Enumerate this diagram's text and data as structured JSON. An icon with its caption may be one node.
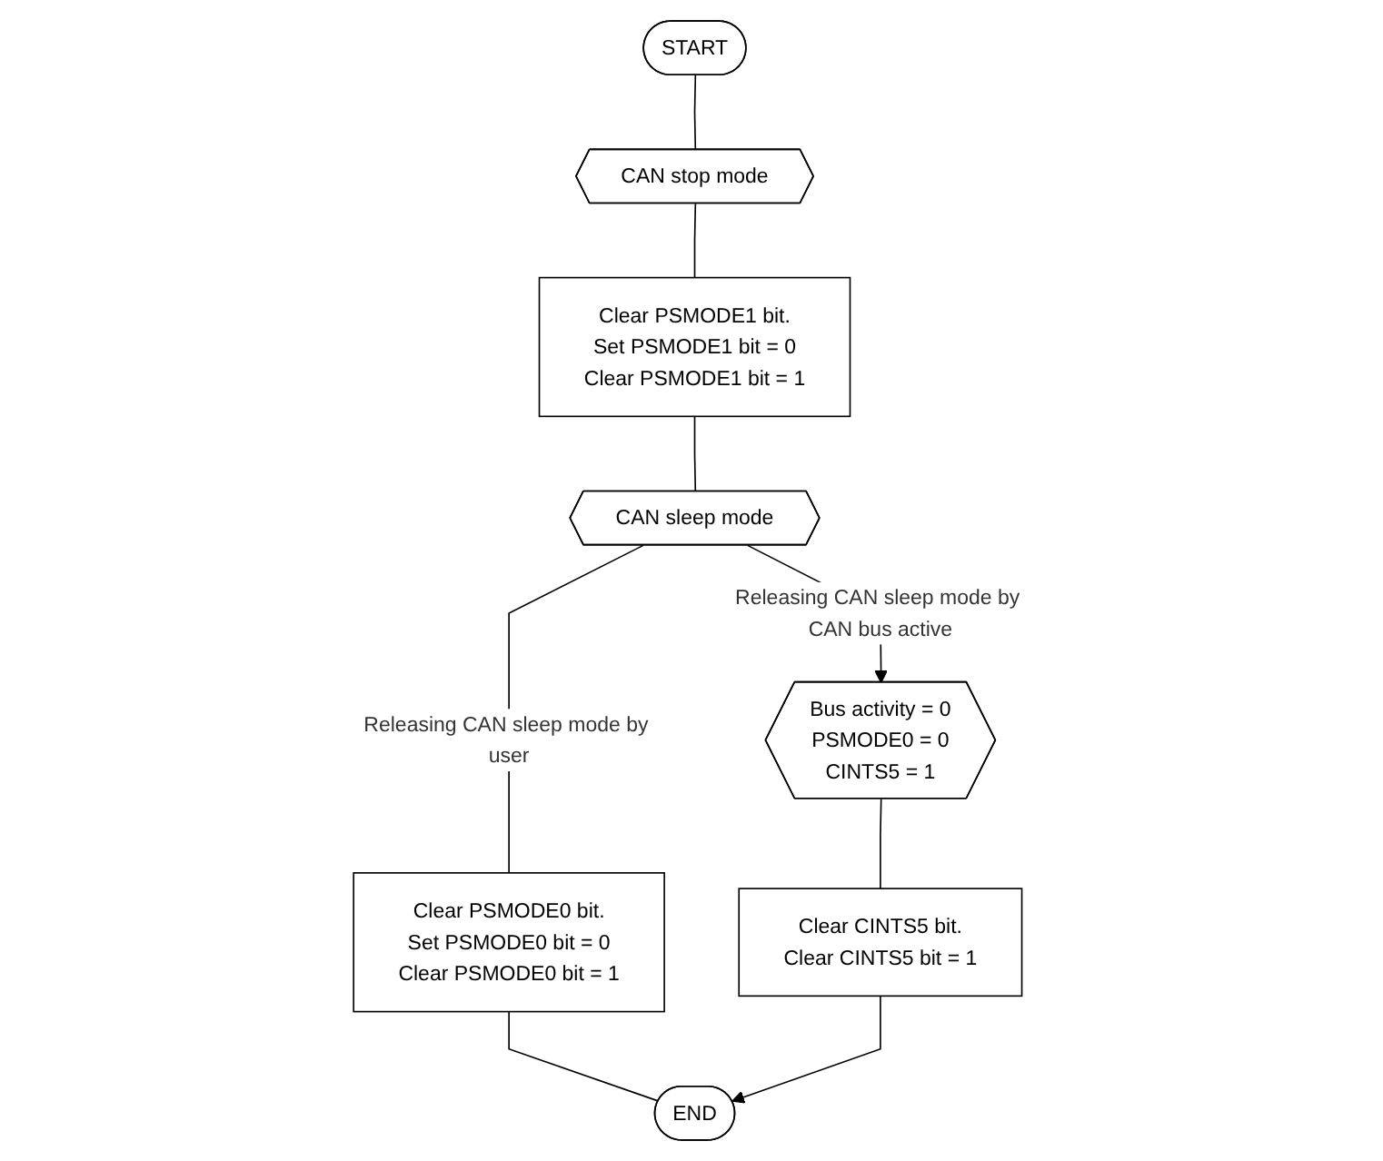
{
  "diagram": {
    "nodes": [
      {
        "text": [
          "START"
        ]
      },
      {
        "text": [
          "CAN stop mode"
        ]
      },
      {
        "text": [
          "Clear PSMODE1 bit.",
          "Set PSMODE1 bit = 0",
          "Clear PSMODE1 bit = 1"
        ]
      },
      {
        "text": [
          "CAN sleep mode"
        ]
      },
      {
        "text": [
          "Clear PSMODE0 bit.",
          "Set PSMODE0 bit = 0",
          "Clear PSMODE0 bit = 1"
        ]
      },
      {
        "text": [
          "Bus activity = 0",
          "PSMODE0 = 0",
          "CINTS5 = 1"
        ]
      },
      {
        "text": [
          "Clear CINTS5 bit.",
          "Clear CINTS5 bit = 1"
        ]
      },
      {
        "text": [
          "END"
        ]
      }
    ],
    "edges": [
      {
        "from": 0,
        "to": 1,
        "arrow": "none"
      },
      {
        "from": 1,
        "to": 2,
        "arrow": "none"
      },
      {
        "from": 2,
        "to": 3,
        "arrow": "none"
      },
      {
        "from": 3,
        "to": 4,
        "arrow": "none",
        "label": "Releasing CAN sleep mode by user"
      },
      {
        "from": 3,
        "to": 5,
        "arrow": "to",
        "label": "Releasing CAN sleep mode by CAN bus active"
      },
      {
        "from": 5,
        "to": 6,
        "arrow": "none"
      },
      {
        "from": 4,
        "to": 7,
        "arrow": "none"
      },
      {
        "from": 6,
        "to": 7,
        "arrow": "to"
      }
    ]
  }
}
